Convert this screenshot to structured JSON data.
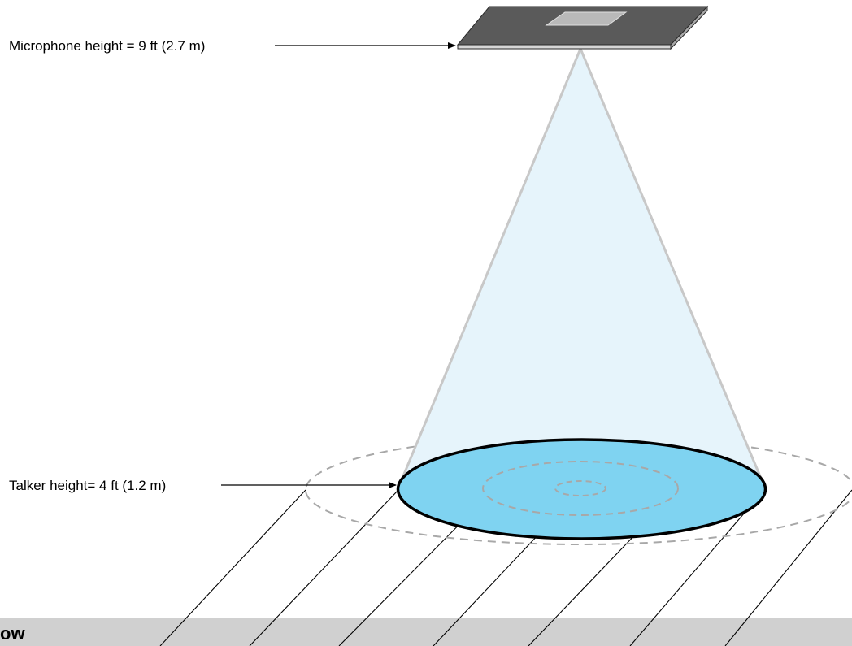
{
  "labels": {
    "microphone_height": "Microphone height = 9 ft (2.7 m)",
    "talker_height": "Talker height= 4 ft (1.2 m)"
  },
  "footer_bar": {
    "text": "ow"
  },
  "colors": {
    "cone_fill": "#e6f4fb",
    "cone_edge": "#c8c8c8",
    "disc_fill": "#7fd3f1",
    "disc_stroke": "#000000",
    "dashed_ring": "#a0a0a0",
    "mic_top": "#5a5a5a",
    "mic_panel": "#b9b9b9",
    "mic_side": "#d6d6d6",
    "footer_bar": "#d0d0d0"
  },
  "icons": {
    "ceiling_microphone": "ceiling-microphone-icon"
  }
}
